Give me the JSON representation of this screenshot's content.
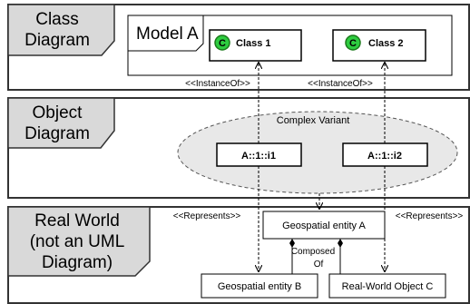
{
  "lanes": {
    "class": {
      "line1": "Class",
      "line2": "Diagram"
    },
    "object": {
      "line1": "Object",
      "line2": "Diagram"
    },
    "real": {
      "line1": "Real World",
      "line2": "(not an UML",
      "line3": "Diagram)"
    }
  },
  "model": {
    "label": "Model A",
    "classes": [
      {
        "badge": "C",
        "name": "Class 1"
      },
      {
        "badge": "C",
        "name": "Class 2"
      }
    ]
  },
  "variant": {
    "label": "Complex Variant"
  },
  "instances": [
    {
      "label": "A::1::i1"
    },
    {
      "label": "A::1::i2"
    }
  ],
  "stereotypes": {
    "instance_of_1": "<<InstanceOf>>",
    "instance_of_2": "<<InstanceOf>>",
    "represents_left": "<<Represents>>",
    "represents_right": "<<Represents>>"
  },
  "entities": {
    "main": "Geospatial entity A",
    "part_b": "Geospatial entity B",
    "part_c": "Real-World Object C"
  },
  "composition": {
    "line1": "Composed",
    "line2": "Of"
  },
  "colors": {
    "tab_fill": "#d9d9d9",
    "badge_fill": "#2ecc40",
    "badge_border": "#1a7a1a",
    "ellipse_fill": "#e8e8e8",
    "lane_border": "#333333"
  }
}
